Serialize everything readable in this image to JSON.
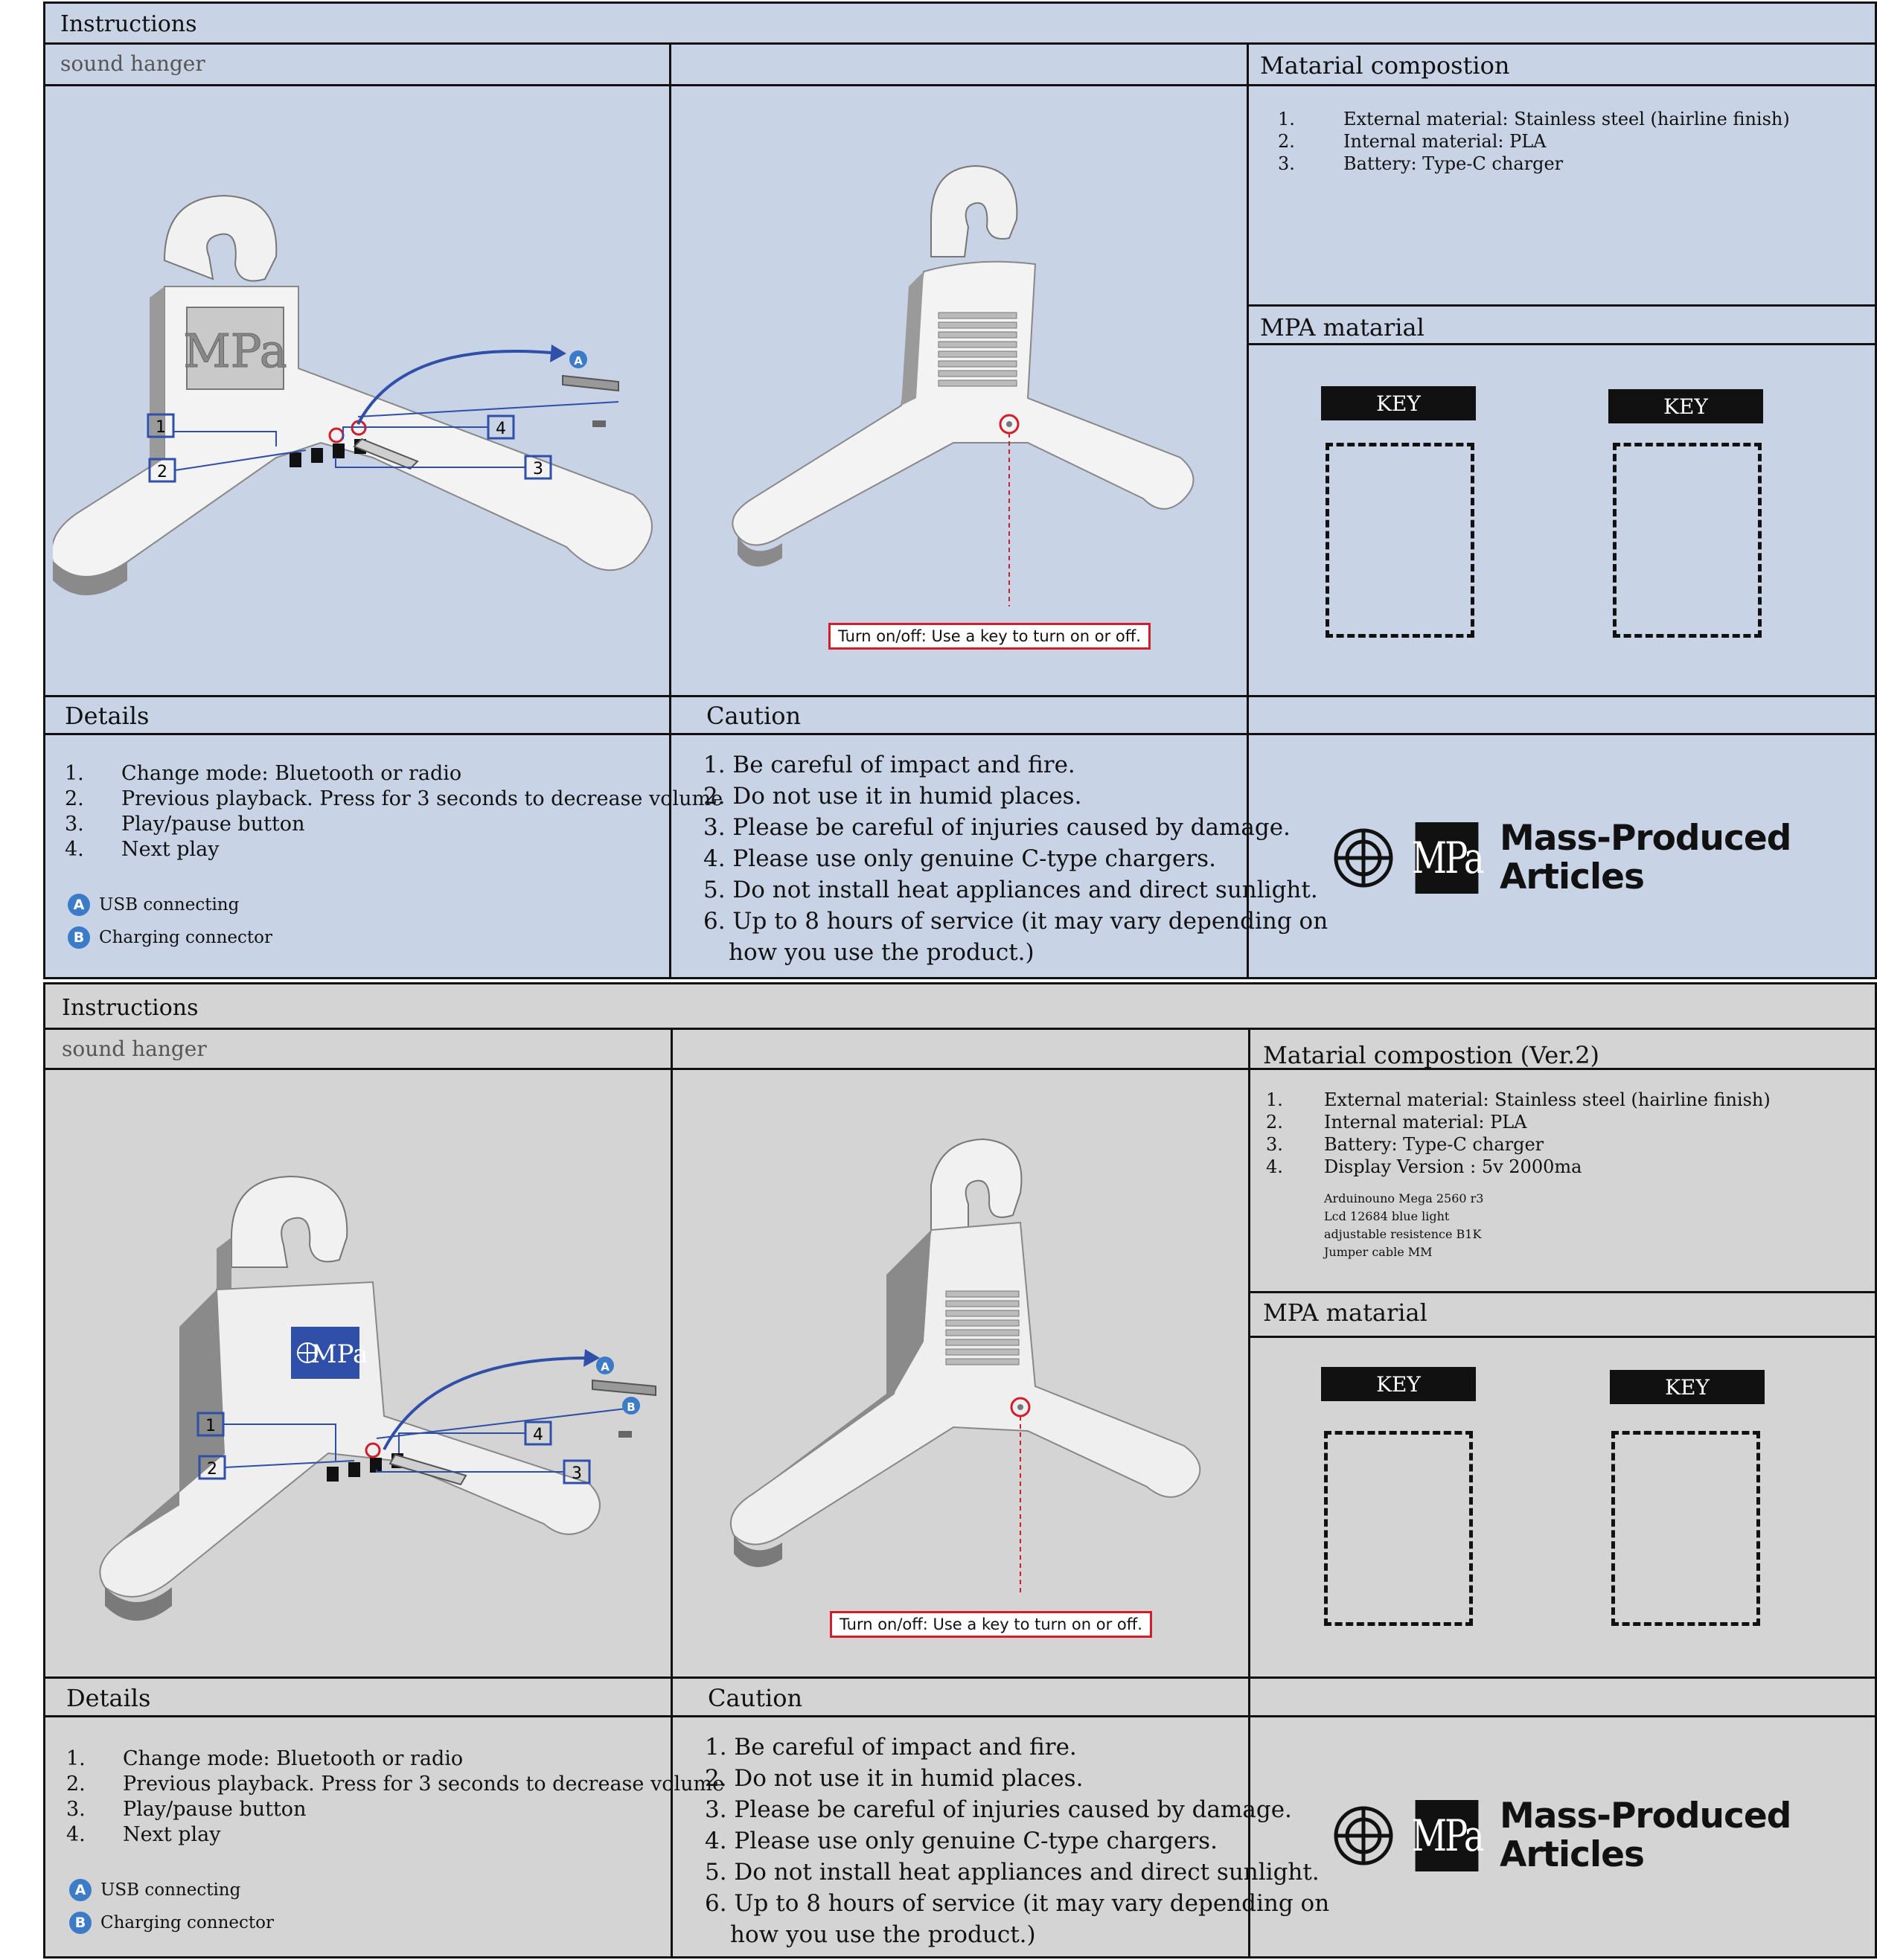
{
  "sheets": [
    {
      "title": "Instructions",
      "product": "sound hanger",
      "material_title": "Matarial compostion",
      "materials": [
        {
          "num": "1.",
          "text": "External material: Stainless steel (hairline finish)"
        },
        {
          "num": "2.",
          "text": "Internal material:  PLA"
        },
        {
          "num": "3.",
          "text": "Battery: Type-C charger"
        }
      ],
      "components": [],
      "mpa_title": "MPA matarial",
      "key_label": "KEY",
      "turn_label": "Turn on/off: Use a key to turn on or off.",
      "details_title": "Details",
      "details": [
        {
          "num": "1.",
          "text": "Change mode: Bluetooth or radio"
        },
        {
          "num": "2.",
          "text": "Previous playback. Press for 3 seconds to decrease volume"
        },
        {
          "num": "3.",
          "text": "Play/pause button"
        },
        {
          "num": "4.",
          "text": "Next play"
        }
      ],
      "legend": [
        {
          "letter": "A",
          "text": "USB connecting"
        },
        {
          "letter": "B",
          "text": "Charging connector"
        }
      ],
      "caution_title": "Caution",
      "cautions": [
        "1. Be careful of impact and fire.",
        "2. Do not use it in humid places.",
        "3. Please be careful of injuries caused by damage.",
        "4. Please use only genuine C-type chargers.",
        "5. Do not install heat appliances and direct sunlight.",
        "6. Up to 8 hours of service (it may vary depending on",
        "how you use the product.)"
      ],
      "callouts": [
        "1",
        "2",
        "3",
        "4"
      ],
      "plug_letters": [
        "A"
      ],
      "logo": {
        "mark": "MPa",
        "line1": "Mass-Produced",
        "line2": "Articles"
      },
      "colors": {
        "background": "#c9d3e6",
        "accent": "#2f4fa8",
        "highlight": "#d21d2a"
      }
    },
    {
      "title": "Instructions",
      "product": "sound hanger",
      "material_title": "Matarial compostion (Ver.2)",
      "materials": [
        {
          "num": "1.",
          "text": "External material: Stainless steel (hairline finish)"
        },
        {
          "num": "2.",
          "text": "Internal material:  PLA"
        },
        {
          "num": "3.",
          "text": "Battery: Type-C charger"
        },
        {
          "num": "4.",
          "text": "Display Version : 5v 2000ma"
        }
      ],
      "components": [
        "Arduinouno Mega 2560 r3",
        "Lcd 12684 blue light",
        "adjustable resistence B1K",
        "Jumper cable MM"
      ],
      "mpa_title": "MPA matarial",
      "key_label": "KEY",
      "turn_label": "Turn on/off: Use a key to turn on or off.",
      "details_title": "Details",
      "details": [
        {
          "num": "1.",
          "text": "Change mode: Bluetooth or radio"
        },
        {
          "num": "2.",
          "text": "Previous playback. Press for 3 seconds to decrease volume"
        },
        {
          "num": "3.",
          "text": "Play/pause button"
        },
        {
          "num": "4.",
          "text": "Next play"
        }
      ],
      "legend": [
        {
          "letter": "A",
          "text": "USB connecting"
        },
        {
          "letter": "B",
          "text": "Charging connector"
        }
      ],
      "caution_title": "Caution",
      "cautions": [
        "1. Be careful of impact and fire.",
        "2. Do not use it in humid places.",
        "3. Please be careful of injuries caused by damage.",
        "4. Please use only genuine C-type chargers.",
        "5. Do not install heat appliances and direct sunlight.",
        "6. Up to 8 hours of service (it may vary depending on",
        "how you use the product.)"
      ],
      "callouts": [
        "1",
        "2",
        "3",
        "4"
      ],
      "plug_letters": [
        "A",
        "B"
      ],
      "logo": {
        "mark": "MPa",
        "line1": "Mass-Produced",
        "line2": "Articles"
      },
      "colors": {
        "background": "#d4d4d4",
        "accent": "#2f4fa8",
        "highlight": "#d21d2a"
      }
    }
  ]
}
